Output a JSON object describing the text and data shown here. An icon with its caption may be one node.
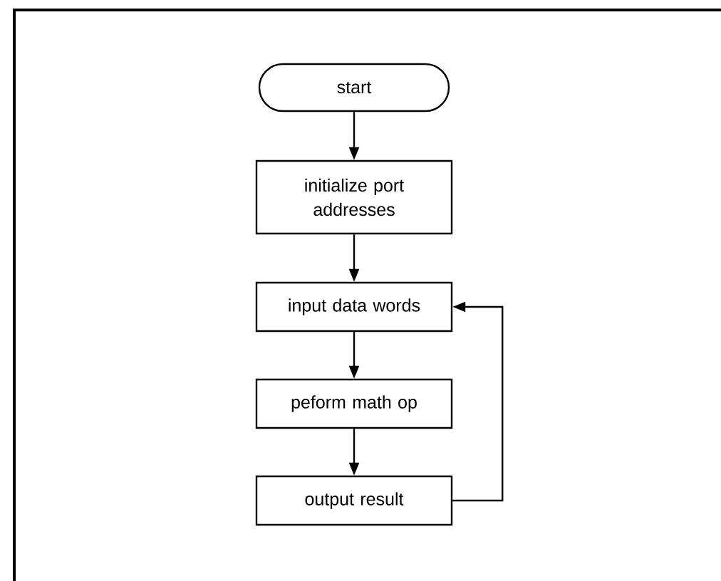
{
  "diagram": {
    "nodes": [
      {
        "text": [
          "start"
        ]
      },
      {
        "text": [
          "initialize port addresses"
        ]
      },
      {
        "text": [
          "input data words"
        ]
      },
      {
        "text": [
          "peform math op"
        ]
      },
      {
        "text": [
          "output result"
        ]
      }
    ],
    "edges": [
      {
        "from": 0,
        "to": 1,
        "arrow": "to"
      },
      {
        "from": 1,
        "to": 2,
        "arrow": "to"
      },
      {
        "from": 2,
        "to": 3,
        "arrow": "to"
      },
      {
        "from": 3,
        "to": 4,
        "arrow": "to"
      },
      {
        "from": 4,
        "to": 2,
        "arrow": "to"
      }
    ]
  }
}
